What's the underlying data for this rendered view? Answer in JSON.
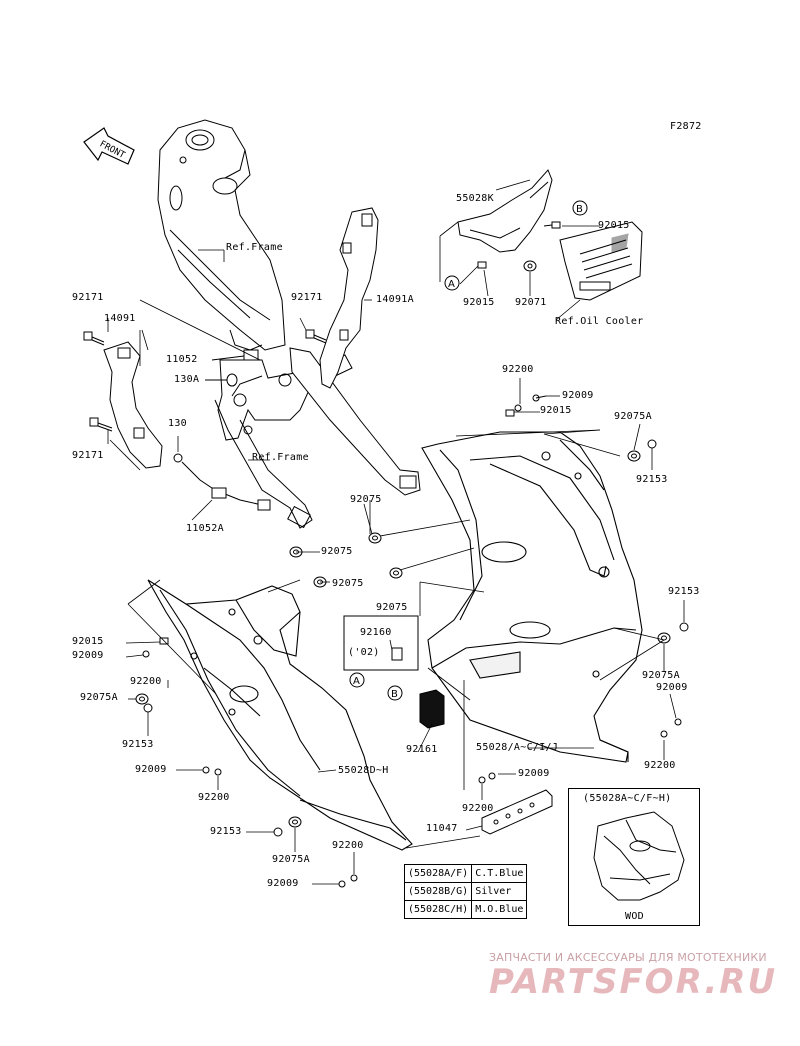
{
  "figure_code": "F2872",
  "front_arrow": "FRONT",
  "labels": {
    "ref_frame_1": "Ref.Frame",
    "ref_frame_2": "Ref.Frame",
    "ref_oil_cooler": "Ref.Oil Cooler",
    "p55028k": "55028K",
    "p92015_a": "92015",
    "p92015_b": "92015",
    "p92015_c": "92015",
    "p92015_d": "92015",
    "p92071": "92071",
    "p14091a": "14091A",
    "p92171_a": "92171",
    "p92171_b": "92171",
    "p92171_c": "92171",
    "p14091": "14091",
    "p11052": "11052",
    "p130a": "130A",
    "p130": "130",
    "p11052a": "11052A",
    "p92200_a": "92200",
    "p92200_b": "92200",
    "p92200_c": "92200",
    "p92200_d": "92200",
    "p92200_e": "92200",
    "p92200_f": "92200",
    "p92009_a": "92009",
    "p92009_b": "92009",
    "p92009_c": "92009",
    "p92009_d": "92009",
    "p92009_e": "92009",
    "p92009_f": "92009",
    "p92075a_a": "92075A",
    "p92075a_b": "92075A",
    "p92075a_c": "92075A",
    "p92075a_d": "92075A",
    "p92153_a": "92153",
    "p92153_b": "92153",
    "p92153_c": "92153",
    "p92153_d": "92153",
    "p92075_a": "92075",
    "p92075_b": "92075",
    "p92075_c": "92075",
    "p92075_d": "92075",
    "p92160": "92160",
    "p92160_year": "('02)",
    "p92161": "92161",
    "p55028d": "55028D~H",
    "p55028a": "55028/A~C/I/J",
    "p11047": "11047",
    "callout_a": "A",
    "callout_b": "B"
  },
  "legend": [
    {
      "code": "(55028A/F)",
      "color": "C.T.Blue"
    },
    {
      "code": "(55028B/G)",
      "color": "Silver"
    },
    {
      "code": "(55028C/H)",
      "color": "M.O.Blue"
    }
  ],
  "inset": {
    "title": "(55028A~C/F~H)",
    "caption": "WOD"
  },
  "watermark": {
    "subtitle": "ЗАПЧАСТИ И АКСЕССУАРЫ ДЛЯ МОТОТЕХНИКИ",
    "brand": "PARTSFOR.RU"
  }
}
